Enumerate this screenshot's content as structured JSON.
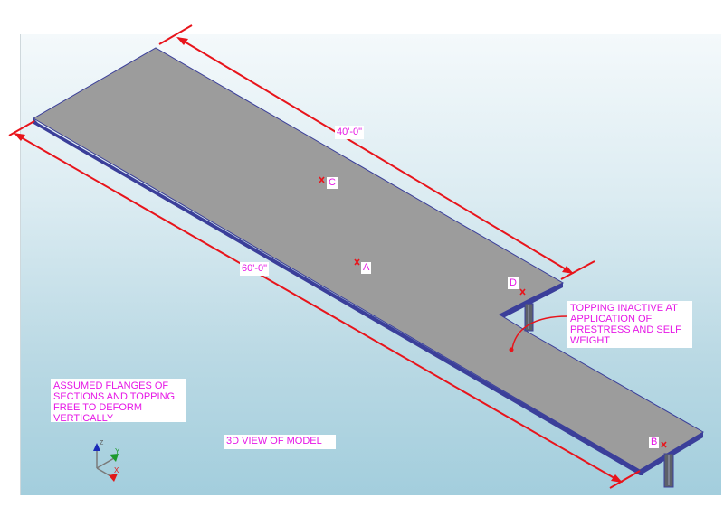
{
  "dimensions": {
    "top": "40'-0\"",
    "left": "60'-0\""
  },
  "points": {
    "a": "A",
    "b": "B",
    "c": "C",
    "d": "D"
  },
  "notes": {
    "topping": "TOPPING INACTIVE AT APPLICATION OF PRESTRESS AND SELF WEIGHT",
    "flanges": "ASSUMED FLANGES OF SECTIONS AND TOPPING FREE TO DEFORM VERTICALLY",
    "view": "3D VIEW OF MODEL"
  },
  "axes": {
    "x": "X",
    "y": "Y",
    "z": "Z"
  },
  "colors": {
    "annotation": "#e617e6",
    "dimension_line": "#e8141b",
    "slab": "#9c9c9c",
    "edge": "#3b3f9a"
  }
}
